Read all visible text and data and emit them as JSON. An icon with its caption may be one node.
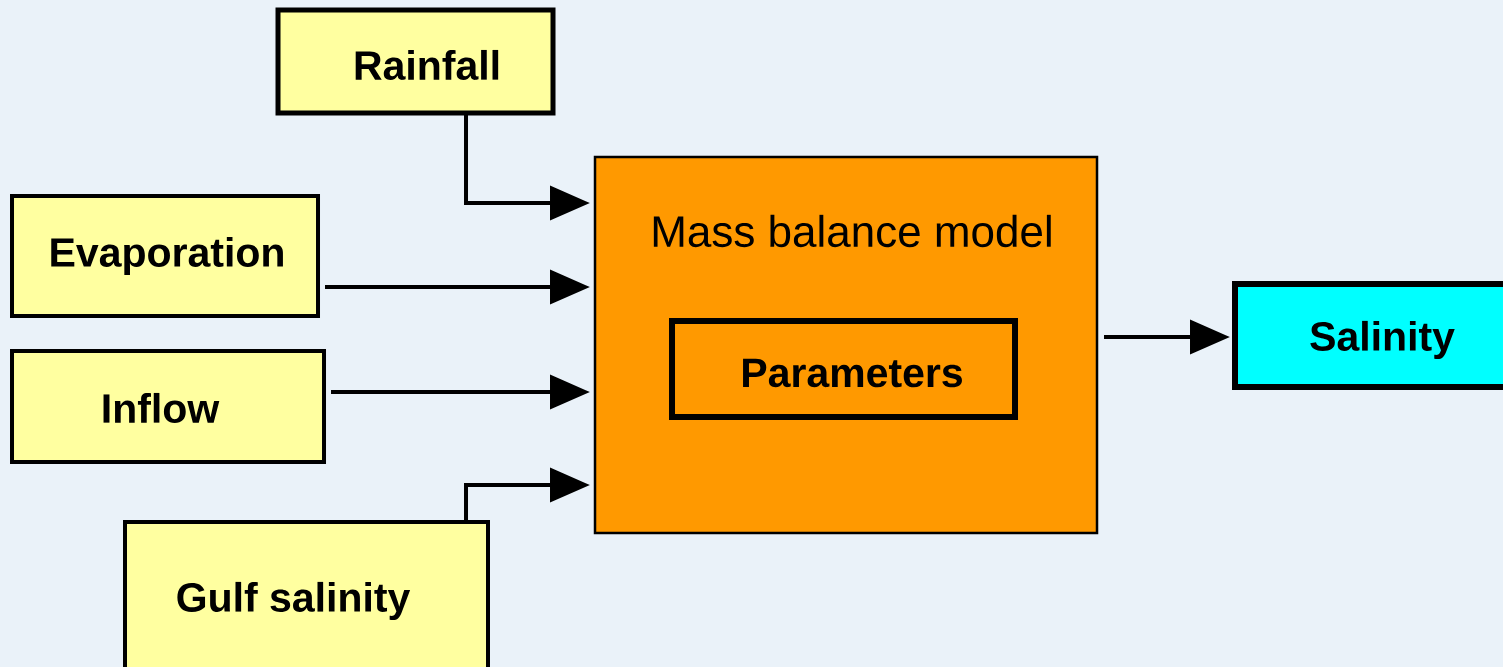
{
  "diagram": {
    "nodes": [
      {
        "text": [
          "Rainfall"
        ]
      },
      {
        "text": [
          "Evaporation"
        ]
      },
      {
        "text": [
          "Inflow"
        ]
      },
      {
        "text": [
          "Gulf salinity"
        ]
      },
      {
        "text": [
          "Mass balance model"
        ]
      },
      {
        "text": [
          "Parameters"
        ],
        "in": 4
      },
      {
        "text": [
          "Salinity"
        ]
      }
    ],
    "edges": [
      {
        "from": 0,
        "to": 4,
        "arrow": "to"
      },
      {
        "from": 1,
        "to": 4,
        "arrow": "to"
      },
      {
        "from": 2,
        "to": 4,
        "arrow": "to"
      },
      {
        "from": 3,
        "to": 4,
        "arrow": "to"
      },
      {
        "from": 4,
        "to": 6,
        "arrow": "to"
      }
    ]
  }
}
